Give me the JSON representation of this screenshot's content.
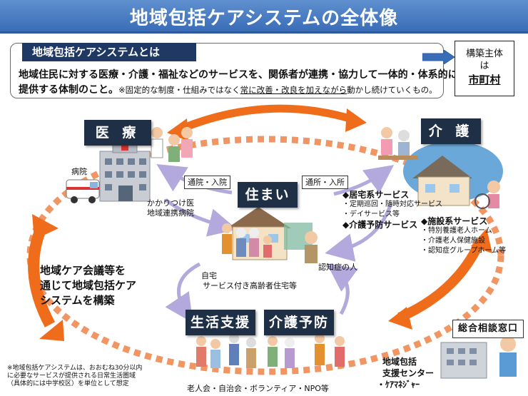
{
  "title": "地域包括ケアシステムの全体像",
  "definition": {
    "label": "地域包括ケアシステムとは",
    "line1": "地域住民に対する医療・介護・福祉などのサービスを、関係者が連携・協力して一体的・体系的に",
    "line2_main": "提供する体制のこと。",
    "line2_note_a": "※固定的な制度・仕組みではなく",
    "line2_note_u": "常に改善・改良を加えながら",
    "line2_note_b": "動かし続けていくもの。"
  },
  "builder": {
    "line1": "構築主体",
    "line2": "は",
    "line3": "市町村"
  },
  "labels": {
    "medical": "医 療",
    "care": "介 護",
    "housing": "住まい",
    "life_support": "生活支援",
    "prevention": "介護予防",
    "consult": "総合相談窓口"
  },
  "tags": {
    "left": "通院・入院",
    "right": "通所・入所"
  },
  "texts": {
    "hospital": "病院",
    "family_doctor_1": "かかりつけ医",
    "family_doctor_2": "地域連携病院",
    "home": "自宅",
    "elderly_housing": "サービス付き高齢者住宅等",
    "dementia": "認知症の人",
    "meeting_1": "地域ケア会議等を",
    "meeting_2": "通じて地域包括ケア",
    "meeting_3": "システムを構築",
    "orgs": "老人会・自治会・ボランティア・NPO等",
    "center_1": "地域包括",
    "center_2": "支援センター",
    "care_manager": "ｹｱﾏﾈｼﾞｬｰ"
  },
  "home_services": [
    "◆居宅系サービス",
    "・定期巡回・随時対応サービス",
    "・デイサービス等",
    "◆介護予防サービス"
  ],
  "facility_services": [
    "◆施設系サービス",
    "・特別養護老人ホーム",
    "・介護老人保健施設",
    "・認知症グループホーム等"
  ],
  "footnote": [
    "※地域包括ケアシステムは、おおむね30分以内",
    "に必要なサービスが提供される日常生活圏域",
    "（具体的には中学校区）を単位として想定"
  ],
  "colors": {
    "accent_orange": "#ef6c1a",
    "navy": "#1f2f46",
    "banner": "#3a6db8",
    "lavender": "#b3a9dc"
  }
}
